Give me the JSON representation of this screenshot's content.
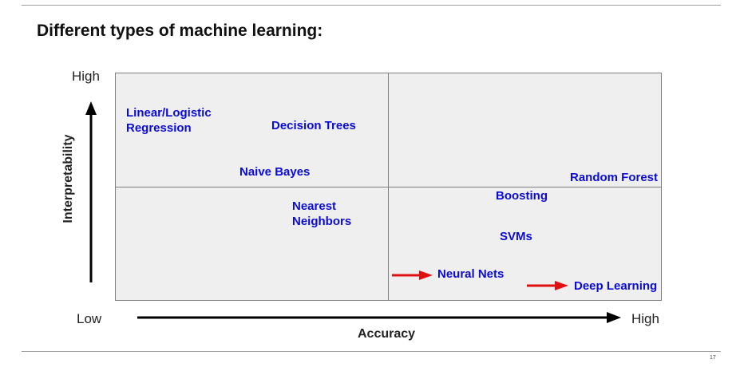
{
  "slide": {
    "title": "Different types of machine learning:",
    "page_number": "17"
  },
  "axes": {
    "y_high": "High",
    "y_low": "Low",
    "y_title": "Interpretability",
    "x_title": "Accuracy",
    "x_high": "High"
  },
  "methods": {
    "linear_logistic_line1": "Linear/Logistic",
    "linear_logistic_line2": "Regression",
    "decision_trees": "Decision Trees",
    "naive_bayes": "Naive Bayes",
    "random_forest": "Random Forest",
    "nearest_neighbors_line1": "Nearest",
    "nearest_neighbors_line2": "Neighbors",
    "boosting": "Boosting",
    "svms": "SVMs",
    "neural_nets": "Neural Nets",
    "deep_learning": "Deep Learning"
  },
  "colors": {
    "method_text": "#0b0bd6",
    "highlight_arrow": "#e01010",
    "axis_arrow": "#000000",
    "quadrant_fill": "#efefef"
  }
}
